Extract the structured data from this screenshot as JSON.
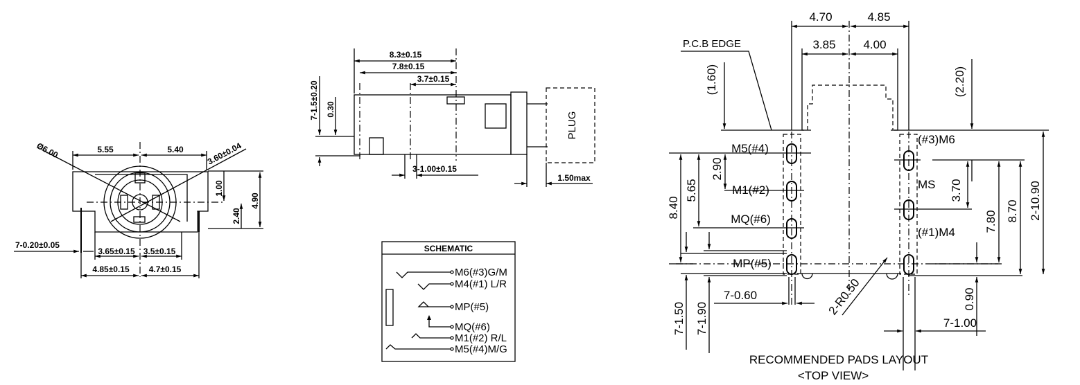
{
  "front_view": {
    "dim_diameter": "Ø6.00",
    "dim_left_width": "5.55",
    "dim_right_width": "5.40",
    "dim_angle_diameter": "3.60±0.04",
    "dim_top": "1.00",
    "dim_lower": "2.40",
    "dim_height": "4.90",
    "dim_pin_width": "7-0.20±0.05",
    "dim_inner_left": "3.65±0.15",
    "dim_inner_right": "3.5±0.15",
    "dim_outer_left": "4.85±0.15",
    "dim_outer_right": "4.7±0.15"
  },
  "side_view": {
    "dim_total": "8.3±0.15",
    "dim_mid": "7.8±0.15",
    "dim_short": "3.7±0.15",
    "dim_pin_height": "7-1.5±0.20",
    "dim_offset": "0.30",
    "dim_pin_width": "3-1.00±0.15",
    "dim_plug_gap": "1.50max",
    "plug_label": "PLUG"
  },
  "schematic": {
    "title": "SCHEMATIC",
    "pins": [
      "M6(#3)G/M",
      "M4(#1) L/R",
      "MP(#5)",
      "MQ(#6)",
      "M1(#2) R/L",
      "M5(#4)M/G"
    ]
  },
  "pads_layout": {
    "title": "RECOMMENDED PADS LAYOUT",
    "subtitle": "<TOP VIEW>",
    "pcb_edge": "P.C.B EDGE",
    "dim_top_left": "4.70",
    "dim_top_right": "4.85",
    "dim_inner_left": "3.85",
    "dim_inner_right": "4.00",
    "dim_edge_left": "(1.60)",
    "dim_edge_right": "(2.20)",
    "dim_8_40": "8.40",
    "dim_5_65": "5.65",
    "dim_2_90": "2.90",
    "dim_3_70": "3.70",
    "dim_7_80": "7.80",
    "dim_8_70": "8.70",
    "dim_2_10_90": "2-10.90",
    "dim_7_1_50": "7-1.50",
    "dim_7_1_90": "7-1.90",
    "dim_7_0_60": "7-0.60",
    "dim_radius": "2-R0.50",
    "dim_0_90": "0.90",
    "dim_7_1_00": "7-1.00",
    "pad_left": [
      "M5(#4)",
      "M1(#2)",
      "MQ(#6)",
      "MP(#5)"
    ],
    "pad_right": [
      "(#3)M6",
      "MS",
      "(#1)M4"
    ]
  }
}
